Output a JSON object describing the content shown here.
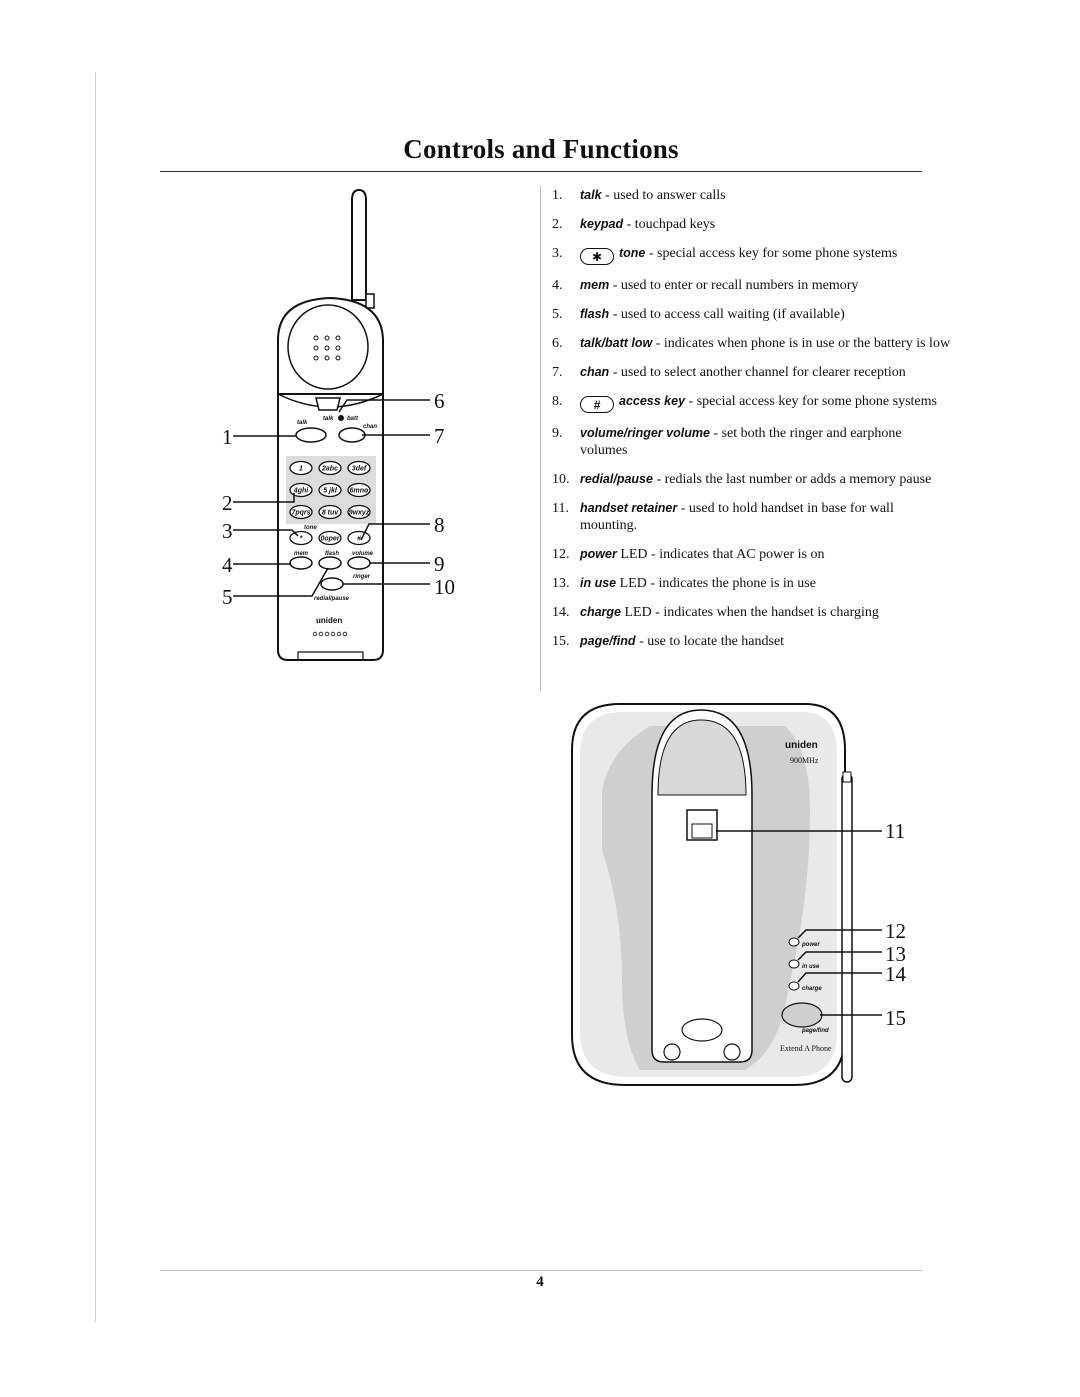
{
  "page": {
    "title": "Controls and Functions",
    "number": "4"
  },
  "items": [
    {
      "num": "1.",
      "term": "talk",
      "desc": " - used to answer calls"
    },
    {
      "num": "2.",
      "term": "keypad",
      "desc": " - touchpad keys"
    },
    {
      "num": "3.",
      "key": "✱",
      "term": "tone",
      "desc": " - special access key for some phone systems"
    },
    {
      "num": "4.",
      "term": "mem",
      "desc": " - used to enter or recall numbers in memory"
    },
    {
      "num": "5.",
      "term": "flash",
      "desc": " - used to access call waiting (if available)"
    },
    {
      "num": "6.",
      "term": "talk/batt low",
      "desc": " - indicates when phone is in use or the battery is low"
    },
    {
      "num": "7.",
      "term": "chan",
      "desc": " - used to select another channel for clearer reception"
    },
    {
      "num": "8.",
      "key": "#",
      "term": "access key",
      "desc": " - special access key for some phone systems"
    },
    {
      "num": "9.",
      "term": "volume/ringer volume",
      "desc": " - set both the ringer and earphone volumes"
    },
    {
      "num": "10.",
      "term": "redial/pause",
      "desc": " - redials the last number or adds a memory pause"
    },
    {
      "num": "11.",
      "term": "handset retainer",
      "desc": " - used to hold handset in base for wall mounting."
    },
    {
      "num": "12.",
      "term": "power",
      "desc": " LED - indicates that AC power is on"
    },
    {
      "num": "13.",
      "term": "in use",
      "desc": " LED - indicates the phone is in use"
    },
    {
      "num": "14.",
      "term": "charge",
      "desc": " LED - indicates when the handset is charging"
    },
    {
      "num": "15.",
      "term": "page/find",
      "desc": " - use to locate the handset"
    }
  ],
  "handset": {
    "callouts": [
      "1",
      "2",
      "3",
      "4",
      "5",
      "6",
      "7",
      "8",
      "9",
      "10"
    ],
    "labels": {
      "talk": "talk",
      "batt_talk": "talk",
      "batt": "batt",
      "chan": "chan",
      "tone": "tone",
      "mem": "mem",
      "flash": "flash",
      "volume": "volume",
      "ringer": "ringer",
      "redial": "redial/pause",
      "brand": "uniden"
    },
    "keys": [
      "1",
      "2abc",
      "3def",
      "4ghi",
      "5 jkl",
      "6mno",
      "7pqrs",
      "8 tuv",
      "9wxyz",
      "*",
      "0oper",
      "#"
    ]
  },
  "base": {
    "callouts": [
      "11",
      "12",
      "13",
      "14",
      "15"
    ],
    "brand": "uniden",
    "model": "900MHz",
    "led_labels": [
      "power",
      "in use",
      "charge"
    ],
    "button_label": "page/find",
    "footer": "Extend A Phone"
  }
}
